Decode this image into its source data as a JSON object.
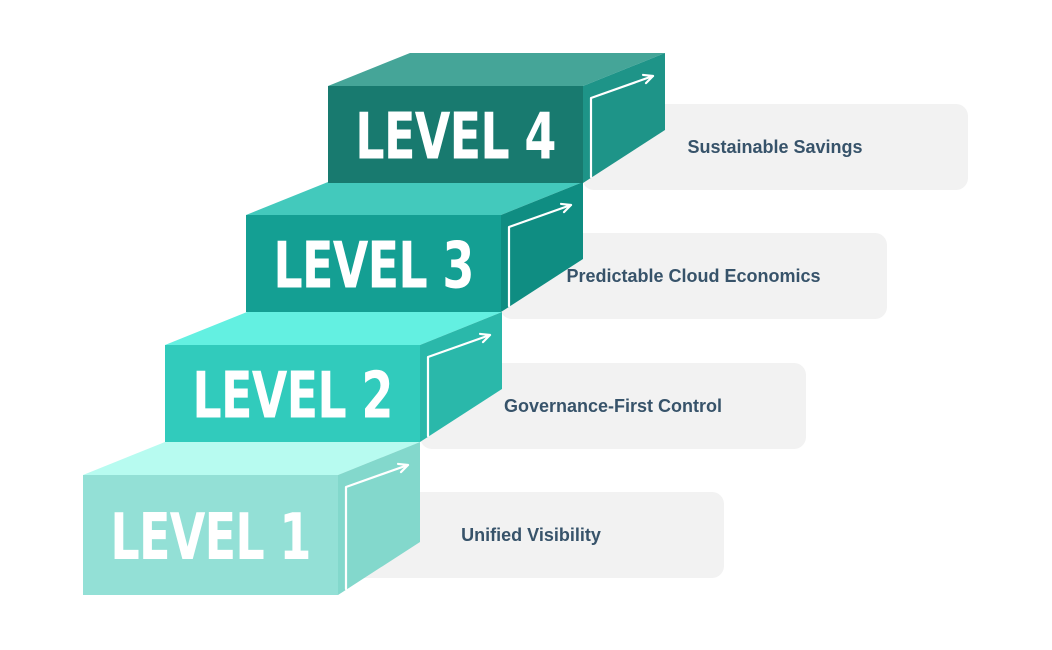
{
  "levels": [
    {
      "label": "LEVEL 1",
      "description": "Unified Visibility",
      "colors": {
        "front": "#93e0d6",
        "top": "#b7fbf0",
        "side": "#83d8cc"
      }
    },
    {
      "label": "LEVEL 2",
      "description": "Governance-First Control",
      "colors": {
        "front": "#31cbbc",
        "top": "#63f0e1",
        "side": "#2ab8aa"
      }
    },
    {
      "label": "LEVEL 3",
      "description": "Predictable Cloud Economics",
      "colors": {
        "front": "#149f93",
        "top": "#43c9bc",
        "side": "#0f8d82"
      }
    },
    {
      "label": "LEVEL 4",
      "description": "Sustainable Savings",
      "colors": {
        "front": "#187a6f",
        "top": "#45a598",
        "side": "#1e9488"
      }
    }
  ],
  "panel_color": "#f2f2f2",
  "arrow_color": "#ffffff"
}
